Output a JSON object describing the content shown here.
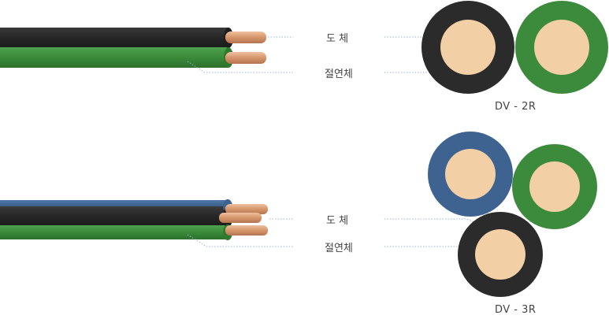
{
  "colors": {
    "black_insulation": "#2b2b2b",
    "green_insulation": "#3c8b3c",
    "blue_insulation": "#3e6390",
    "copper": "#d79b78",
    "conductor_face": "#f3cfa6",
    "leader_line": "#9cb4d8"
  },
  "cables": [
    {
      "model": "DV - 2R",
      "conductor_label": "도 체",
      "insulator_label": "절연체",
      "cores": [
        "black",
        "green"
      ]
    },
    {
      "model": "DV - 3R",
      "conductor_label": "도 체",
      "insulator_label": "절연체",
      "cores": [
        "blue",
        "green",
        "black"
      ]
    }
  ]
}
